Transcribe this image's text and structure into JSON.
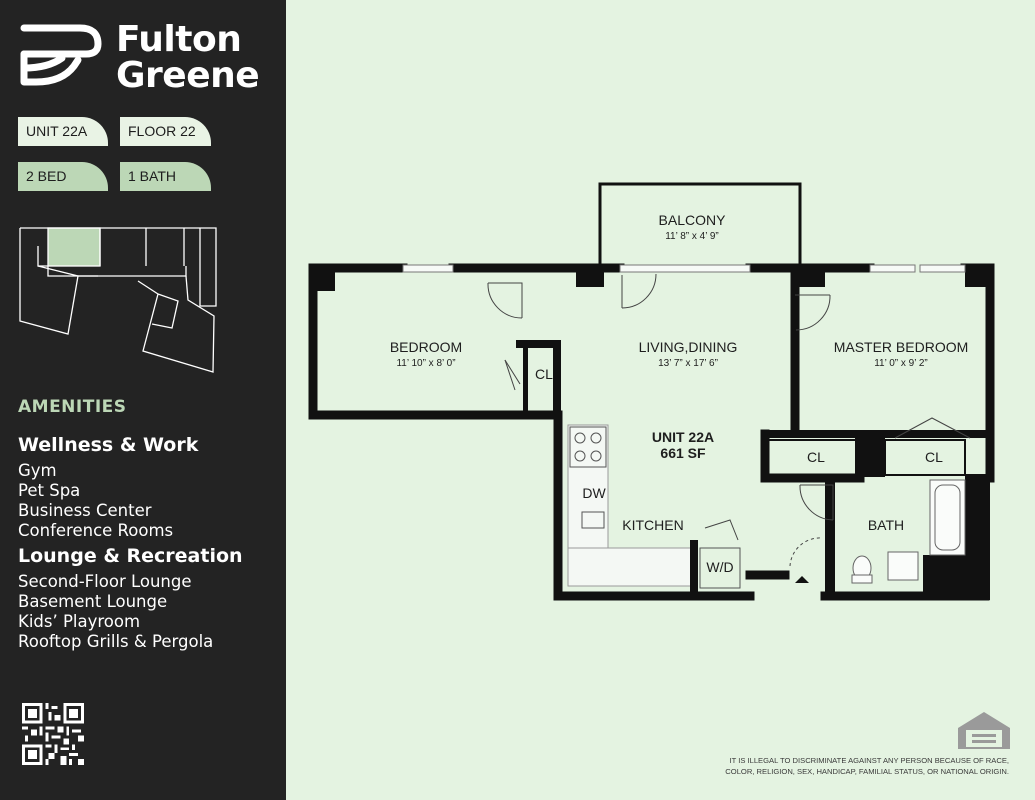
{
  "brand": {
    "line1": "Fulton",
    "line2": "Greene"
  },
  "badges": {
    "unit": "UNIT 22A",
    "floor": "FLOOR 22",
    "beds": "2 BED",
    "baths": "1 BATH"
  },
  "amenities": {
    "heading": "AMENITIES",
    "groups": [
      {
        "title": "Wellness & Work",
        "items": [
          "Gym",
          "Pet Spa",
          "Business Center",
          "Conference Rooms"
        ]
      },
      {
        "title": "Lounge & Recreation",
        "items": [
          "Second-Floor Lounge",
          "Basement Lounge",
          "Kids’ Playroom",
          "Rooftop Grills & Pergola"
        ]
      }
    ]
  },
  "floorplan": {
    "balcony": {
      "name": "BALCONY",
      "dims": "11’ 8” x 4’ 9”"
    },
    "bedroom": {
      "name": "BEDROOM",
      "dims": "11’ 10” x 8’ 0”"
    },
    "living": {
      "name": "LIVING,DINING",
      "dims": "13’ 7” x 17’ 6”"
    },
    "master": {
      "name": "MASTER BEDROOM",
      "dims": "11’ 0” x 9’ 2”"
    },
    "unit": {
      "name": "UNIT 22A",
      "area": "661 SF"
    },
    "closet_label": "CL",
    "kitchen": "KITCHEN",
    "dishwasher": "DW",
    "washer_dryer": "W/D",
    "bath": "BATH"
  },
  "disclaimer": [
    "IT IS ILLEGAL TO DISCRIMINATE AGAINST ANY PERSON BECAUSE OF RACE,",
    "COLOR, RELIGION, SEX, HANDICAP, FAMILIAL STATUS, OR NATIONAL ORIGIN."
  ],
  "icons": {
    "logo": "fulton-greene-logo-icon",
    "qr": "qr-code-icon",
    "equal_housing": "equal-housing-icon",
    "keyplan": "keyplan-map-icon"
  },
  "colors": {
    "sidebar": "#232323",
    "background": "#e4f3e1",
    "accent_green": "#bcd7b6",
    "wall": "#111111"
  }
}
